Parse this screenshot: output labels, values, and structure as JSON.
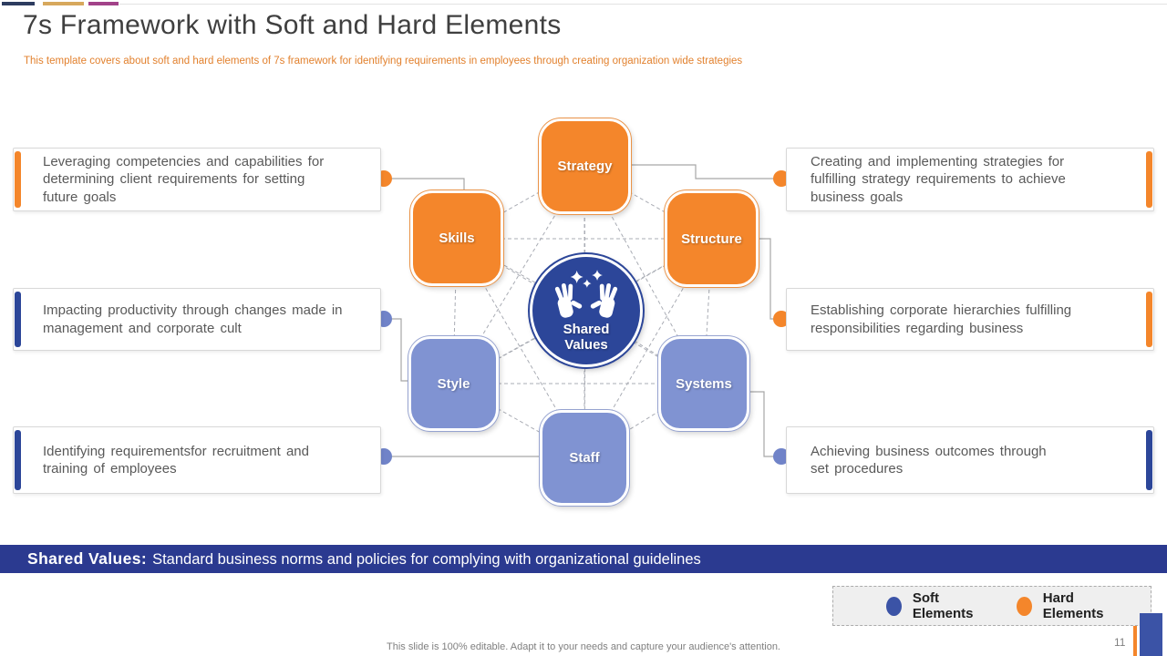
{
  "header": {
    "title": "7s Framework with Soft and Hard Elements",
    "subtitle": "This template covers about soft and hard elements of 7s framework for identifying requirements in employees through creating organization wide strategies"
  },
  "diagram": {
    "nodes": [
      {
        "label": "Strategy",
        "type": "hard"
      },
      {
        "label": "Skills",
        "type": "hard"
      },
      {
        "label": "Structure",
        "type": "hard"
      },
      {
        "label": "Style",
        "type": "soft"
      },
      {
        "label": "Systems",
        "type": "soft"
      },
      {
        "label": "Staff",
        "type": "soft"
      }
    ],
    "center": {
      "icon": "hands-sparkles-icon",
      "label_line1": "Shared",
      "label_line2": "Values"
    }
  },
  "callouts": {
    "left": [
      {
        "text": "Leveraging competencies and capabilities for\ndetermining client requirements for setting\nfuture goals",
        "accent": "hard"
      },
      {
        "text": "Impacting productivity through changes made in\nmanagement and corporate cult",
        "accent": "soft"
      },
      {
        "text": "Identifying requirementsfor recruitment and\ntraining of employees",
        "accent": "soft"
      }
    ],
    "right": [
      {
        "text": "Creating and implementing strategies for\nfulfilling strategy requirements to achieve\nbusiness goals",
        "accent": "hard"
      },
      {
        "text": "Establishing corporate hierarchies fulfilling\nresponsibilities regarding business",
        "accent": "hard"
      },
      {
        "text": "Achieving business outcomes through\nset procedures",
        "accent": "soft"
      }
    ]
  },
  "banner": {
    "label": "Shared Values:",
    "text": "Standard business norms and policies for complying with organizational guidelines"
  },
  "legend": {
    "soft_label": "Soft Elements",
    "hard_label": "Hard Elements"
  },
  "footer": {
    "note": "This slide is 100% editable. Adapt it to your needs and capture your audience's attention.",
    "page": "11"
  },
  "colors": {
    "hard_orange": "#F4862B",
    "soft_blue": "#8093D2",
    "deep_blue": "#2C4699",
    "navy": "#2B3A90",
    "legend_blue": "#3B53A6",
    "connector_soft": "#7083C8",
    "bar_navy": "#2D3C5F",
    "bar_tan": "#D7A85C",
    "bar_magenta": "#A24289",
    "title_gray": "#3F3F3F",
    "subtitle_orange": "#E2812E",
    "body_gray": "#595959",
    "muted_gray": "#7F7F7F"
  }
}
